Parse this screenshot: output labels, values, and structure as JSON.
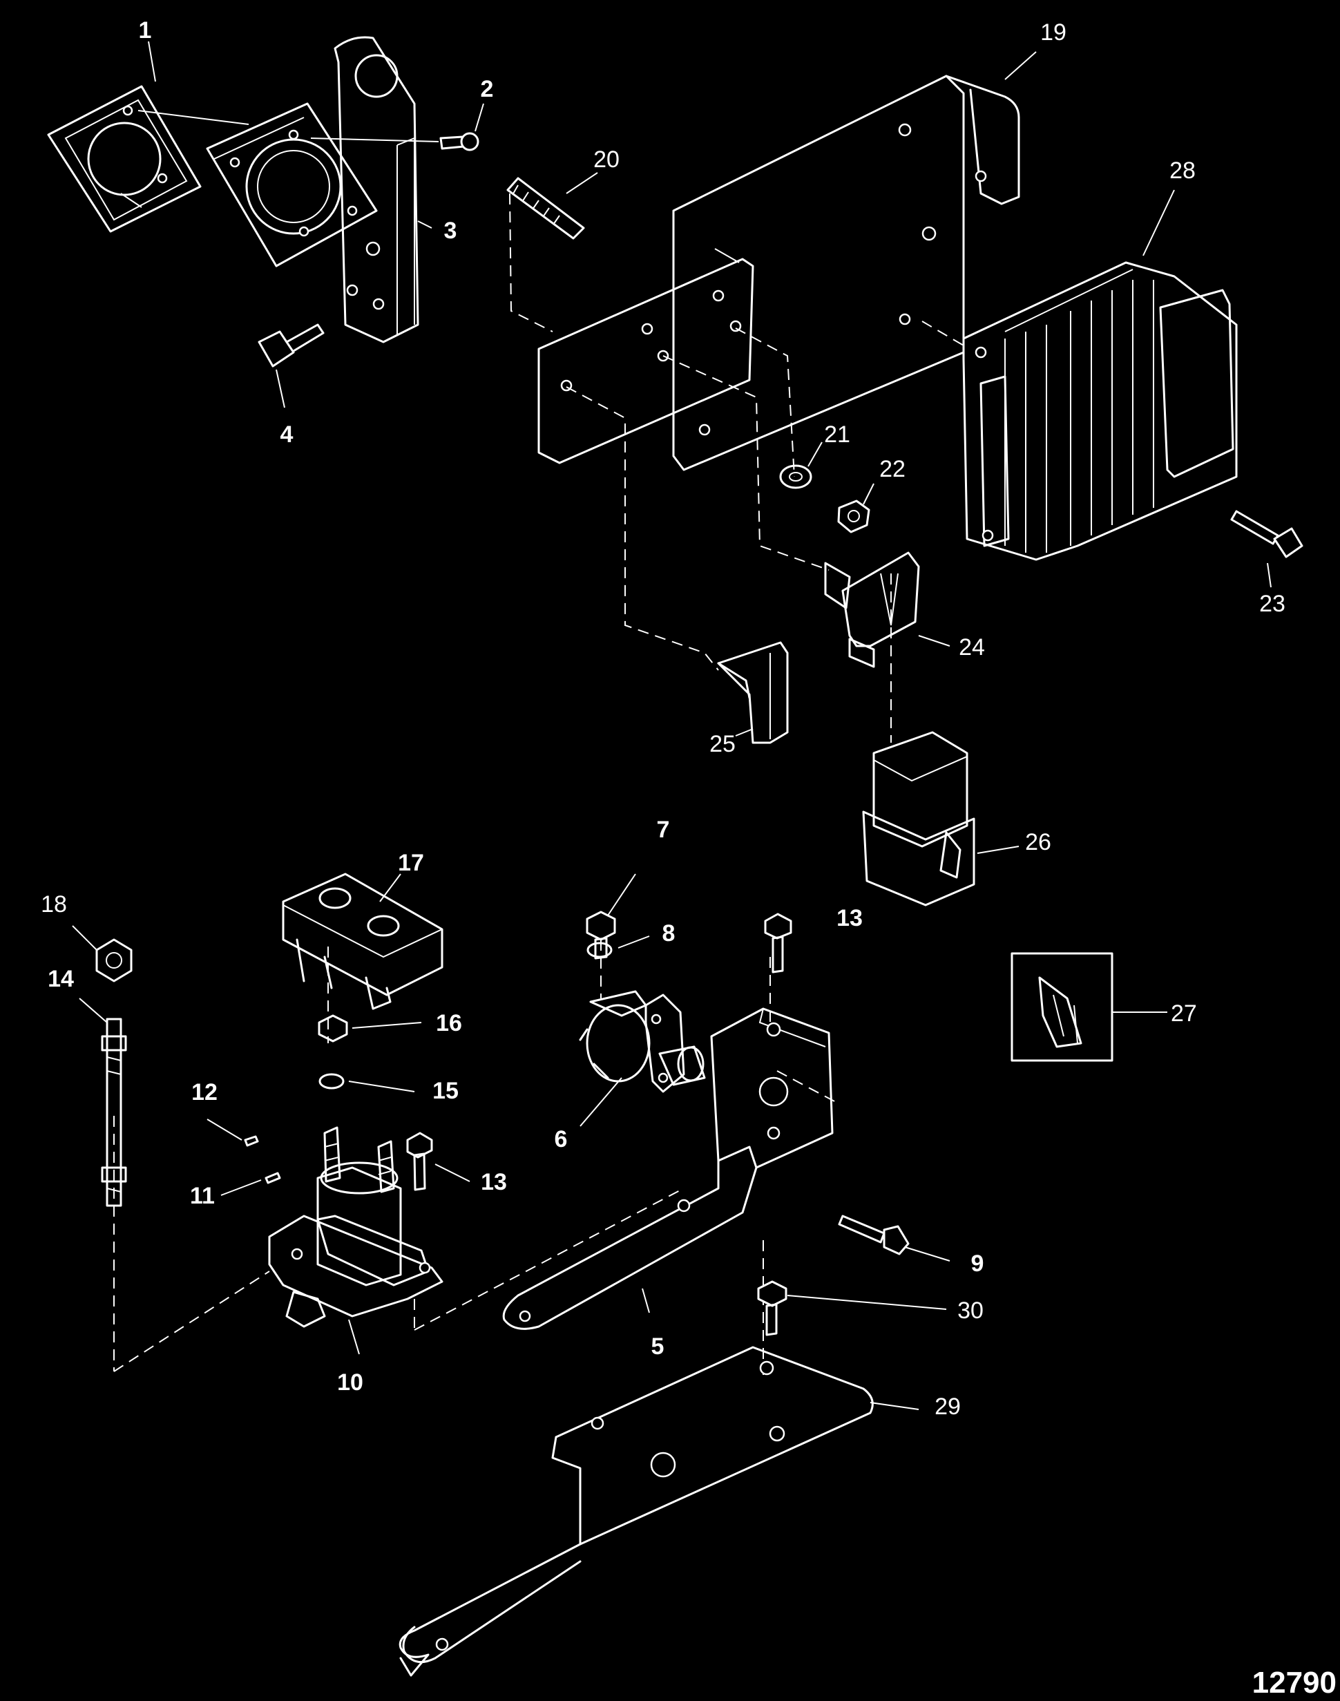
{
  "figure_number": "12790",
  "callouts": [
    {
      "id": "1",
      "text": "1",
      "bold": true
    },
    {
      "id": "2",
      "text": "2",
      "bold": true
    },
    {
      "id": "3",
      "text": "3",
      "bold": true
    },
    {
      "id": "4",
      "text": "4",
      "bold": true
    },
    {
      "id": "5",
      "text": "5",
      "bold": true
    },
    {
      "id": "6",
      "text": "6",
      "bold": true
    },
    {
      "id": "7",
      "text": "7",
      "bold": true
    },
    {
      "id": "8",
      "text": "8",
      "bold": true
    },
    {
      "id": "9",
      "text": "9",
      "bold": true
    },
    {
      "id": "10",
      "text": "10",
      "bold": true
    },
    {
      "id": "11",
      "text": "11",
      "bold": true
    },
    {
      "id": "12",
      "text": "12",
      "bold": true
    },
    {
      "id": "13a",
      "text": "13",
      "bold": true
    },
    {
      "id": "13b",
      "text": "13",
      "bold": true
    },
    {
      "id": "14",
      "text": "14",
      "bold": true
    },
    {
      "id": "15",
      "text": "15",
      "bold": true
    },
    {
      "id": "16",
      "text": "16",
      "bold": true
    },
    {
      "id": "17",
      "text": "17",
      "bold": true
    },
    {
      "id": "18",
      "text": "18",
      "bold": false
    },
    {
      "id": "19",
      "text": "19",
      "bold": false
    },
    {
      "id": "20",
      "text": "20",
      "bold": false
    },
    {
      "id": "21",
      "text": "21",
      "bold": false
    },
    {
      "id": "22",
      "text": "22",
      "bold": false
    },
    {
      "id": "23",
      "text": "23",
      "bold": false
    },
    {
      "id": "24",
      "text": "24",
      "bold": false
    },
    {
      "id": "25",
      "text": "25",
      "bold": false
    },
    {
      "id": "26",
      "text": "26",
      "bold": false
    },
    {
      "id": "27",
      "text": "27",
      "bold": false
    },
    {
      "id": "28",
      "text": "28",
      "bold": false
    },
    {
      "id": "29",
      "text": "29",
      "bold": false
    },
    {
      "id": "30",
      "text": "30",
      "bold": false
    }
  ]
}
